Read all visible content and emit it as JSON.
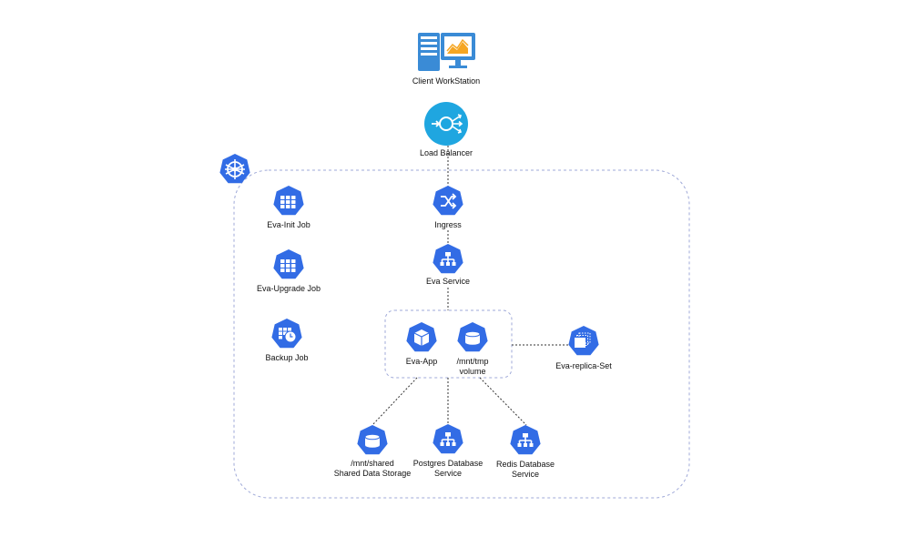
{
  "colors": {
    "k8s_blue": "#326ce5",
    "lb_blue": "#1fa6e0",
    "workstation_blue": "#3a8bd6",
    "connector": "#333333",
    "boundary": "#9fa9d8",
    "chart_orange": "#f5a623"
  },
  "nodes": {
    "client_workstation": {
      "label": "Client WorkStation",
      "icon": "workstation-icon"
    },
    "load_balancer": {
      "label": "Load Balancer",
      "icon": "load-balancer-icon"
    },
    "ingress": {
      "label": "Ingress",
      "icon": "ingress-icon"
    },
    "eva_service": {
      "label": "Eva Service",
      "icon": "service-icon"
    },
    "eva_app": {
      "label": "Eva-App",
      "icon": "pod-icon"
    },
    "tmp_volume": {
      "label_line1": "/mnt/tmp",
      "label_line2": "volume",
      "icon": "volume-icon"
    },
    "replica_set": {
      "label": "Eva-replica-Set",
      "icon": "replica-set-icon"
    },
    "init_job": {
      "label": "Eva-Init Job",
      "icon": "job-icon"
    },
    "upgrade_job": {
      "label": "Eva-Upgrade Job",
      "icon": "job-icon"
    },
    "backup_job": {
      "label": "Backup Job",
      "icon": "cronjob-icon"
    },
    "shared_storage": {
      "label_line1": "/mnt/shared",
      "label_line2": "Shared Data Storage",
      "icon": "volume-icon"
    },
    "postgres_service": {
      "label_line1": "Postgres Database",
      "label_line2": "Service",
      "icon": "service-icon"
    },
    "redis_service": {
      "label_line1": "Redis Database",
      "label_line2": "Service",
      "icon": "service-icon"
    },
    "cluster": {
      "icon": "kubernetes-helm-icon"
    }
  }
}
